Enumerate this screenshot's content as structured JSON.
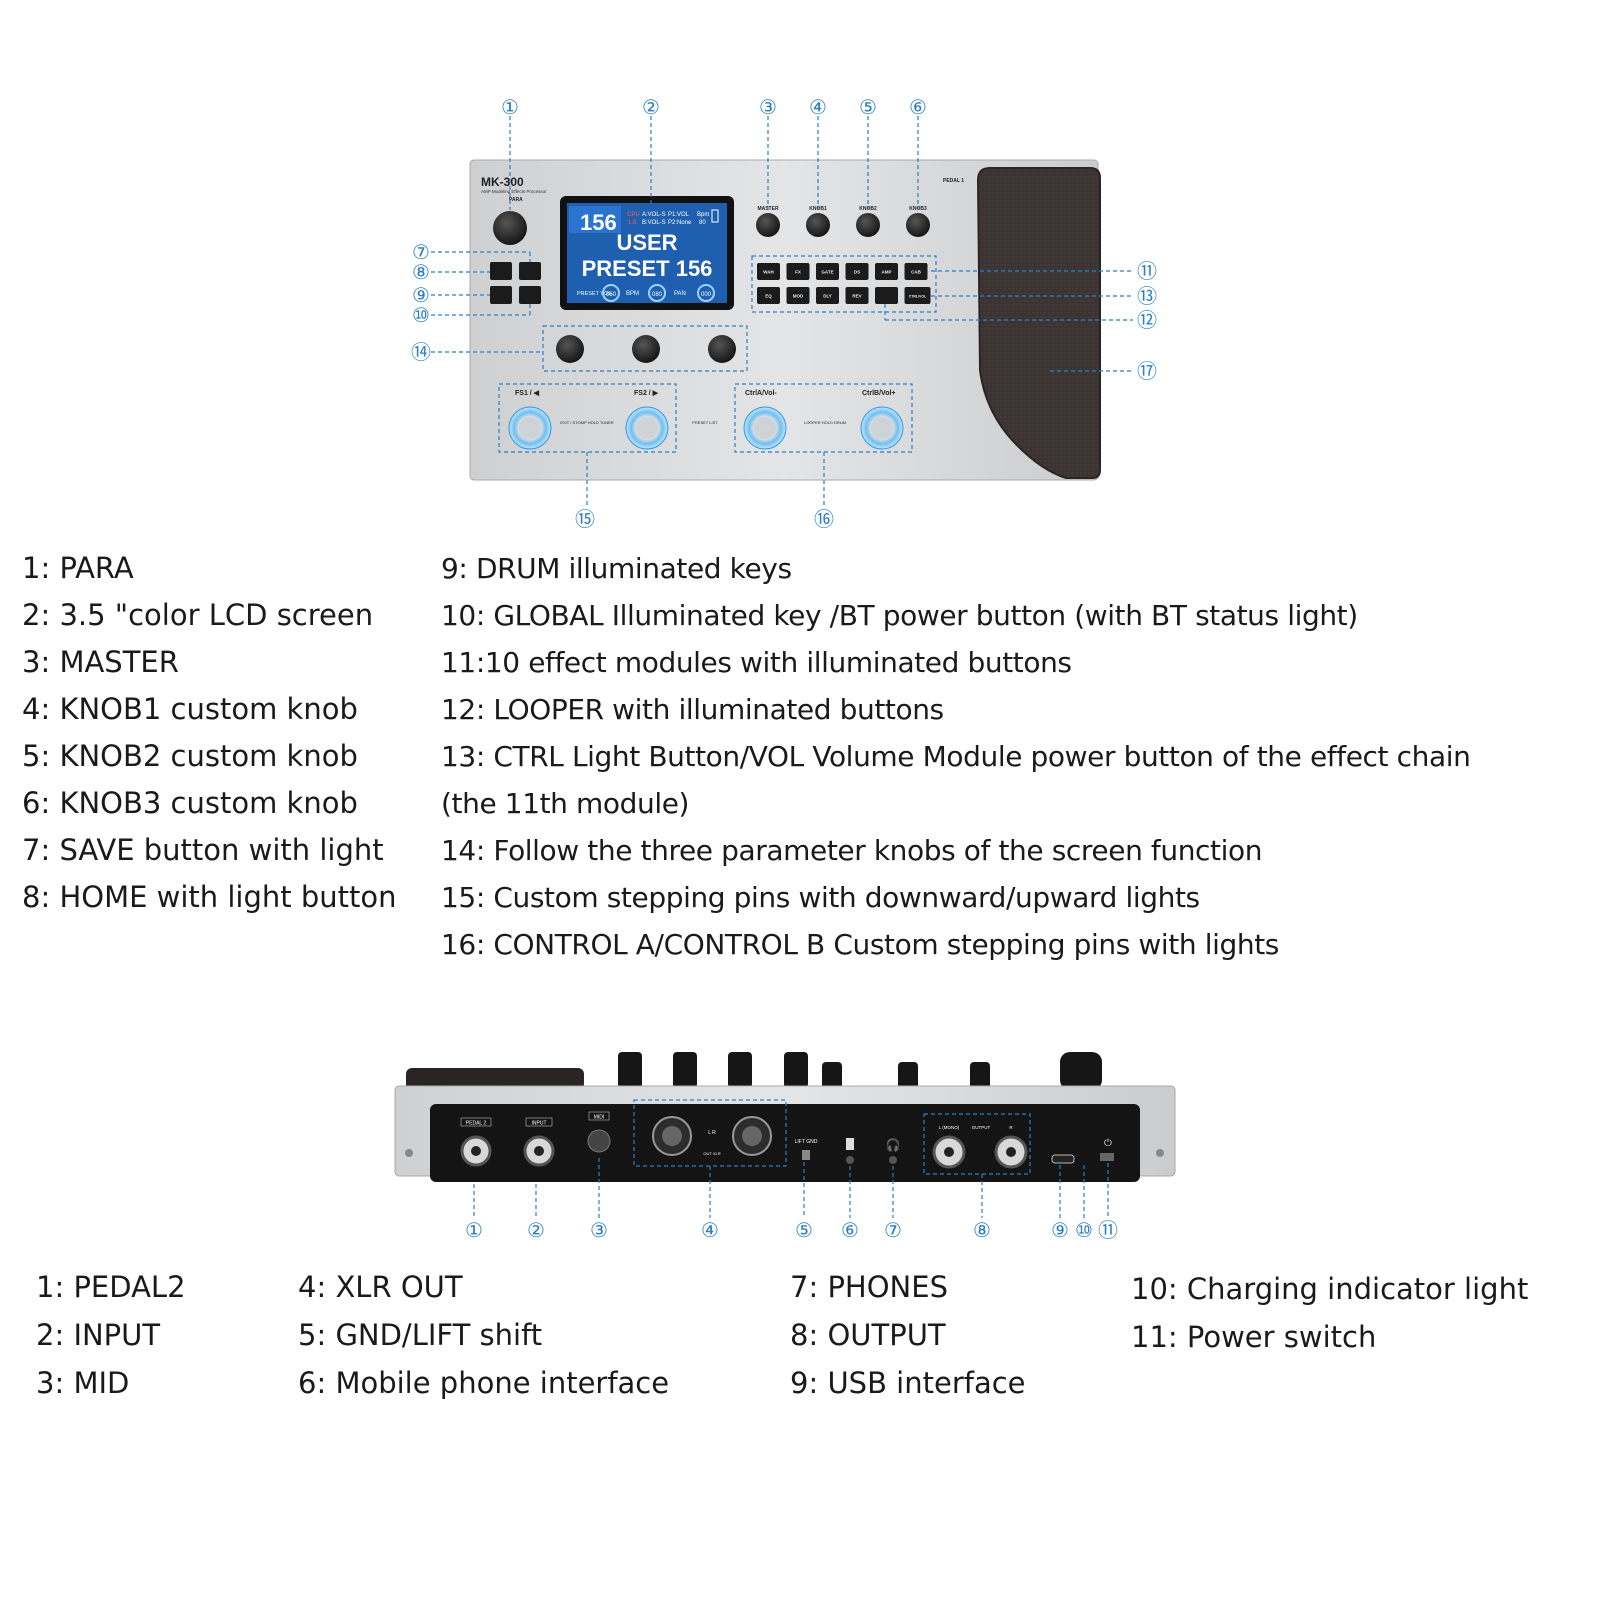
{
  "device": {
    "model": "MK-300",
    "subtitle": "AMP Modeling Effects Processor",
    "pedal_label": "PEDAL 1",
    "knob_labels": [
      "PARA",
      "MASTER",
      "KNOB1",
      "KNOB2",
      "KNOB3"
    ],
    "screen": {
      "preset_number": "156",
      "cpu_label": "CPU",
      "cpu_value": "1.8",
      "line_a": "A:VOL-S",
      "line_b": "B:VOL-S",
      "p1": "P1:VOL",
      "p2": "P2:None",
      "bpm_label": "Bpm",
      "bpm_value": "80",
      "title_line1": "USER",
      "title_line2": "PRESET 156",
      "param1_label": "PRESET VOL",
      "param1_value": "060",
      "param2_label": "BPM",
      "param2_value": "080",
      "param3_label": "PAN",
      "param3_value": "000"
    },
    "left_keys": [
      "SAVE",
      "HOME",
      "DRUM",
      "GLOBAL"
    ],
    "effect_row1": [
      "WAH",
      "FX",
      "GATE",
      "DS",
      "AMP",
      "CAB"
    ],
    "effect_row2": [
      "EQ",
      "MOD",
      "DLY",
      "REV",
      "",
      "CTRL/VOL"
    ],
    "footswitch_labels": {
      "fs1": "FS1 / ◀",
      "fs2": "FS2 / ▶",
      "mid_left": "EXIT / STOMP HOLD TUNER",
      "preset_list": "PRESET LIST",
      "ctrla": "CtrlA/Vol-",
      "ctrlb": "CtrlB/Vol+",
      "mid_right": "LOOPER HOLD DRUM"
    },
    "callouts_top": [
      "①",
      "②",
      "③",
      "④",
      "⑤",
      "⑥",
      "⑦",
      "⑧",
      "⑨",
      "⑩",
      "⑪",
      "⑫",
      "⑬",
      "⑭",
      "⑮",
      "⑯",
      "⑰"
    ],
    "rear_labels": {
      "pedal2": "PEDAL 2",
      "input": "INPUT",
      "midi": "MIDI",
      "lr": "L  R",
      "out_xlr": "OUT XLR",
      "lift_gnd": "LIFT  GND",
      "output_l": "L (MONO)",
      "output": "OUTPUT",
      "output_r": "R"
    },
    "callouts_rear": [
      "①",
      "②",
      "③",
      "④",
      "⑤",
      "⑥",
      "⑦",
      "⑧",
      "⑨",
      "⑩",
      "⑪"
    ]
  },
  "legend_top_left": [
    "1: PARA",
    "2: 3.5 \"color LCD screen",
    "3: MASTER",
    "4: KNOB1 custom knob",
    "5: KNOB2 custom knob",
    "6: KNOB3 custom knob",
    "7: SAVE button with light",
    "8: HOME with light button"
  ],
  "legend_top_right": [
    "9: DRUM illuminated keys",
    "10: GLOBAL Illuminated key /BT power button (with BT status light)",
    "11:10 effect modules with illuminated buttons",
    "12: LOOPER with illuminated buttons",
    "13: CTRL Light Button/VOL Volume Module power button of the effect chain",
    " (the 11th module)",
    "14: Follow the three parameter knobs of the screen function",
    "15: Custom stepping pins with downward/upward lights",
    "16: CONTROL A/CONTROL B Custom stepping pins with lights"
  ],
  "legend_rear_col1": [
    "1: PEDAL2",
    "2: INPUT",
    "3: MID"
  ],
  "legend_rear_col2": [
    "4: XLR OUT",
    "5: GND/LIFT shift",
    "6: Mobile phone interface"
  ],
  "legend_rear_col3": [
    "7: PHONES",
    "8: OUTPUT",
    "9: USB interface"
  ],
  "legend_rear_col4": [
    "10: Charging indicator light",
    "11: Power switch"
  ],
  "colors": {
    "callout_blue": "#2a7fc4",
    "panel_silver": "#d9dadc",
    "screen_blue": "#1e5fb0",
    "pedal_dark": "#3a3332",
    "led_blue": "#4aa8e8"
  }
}
